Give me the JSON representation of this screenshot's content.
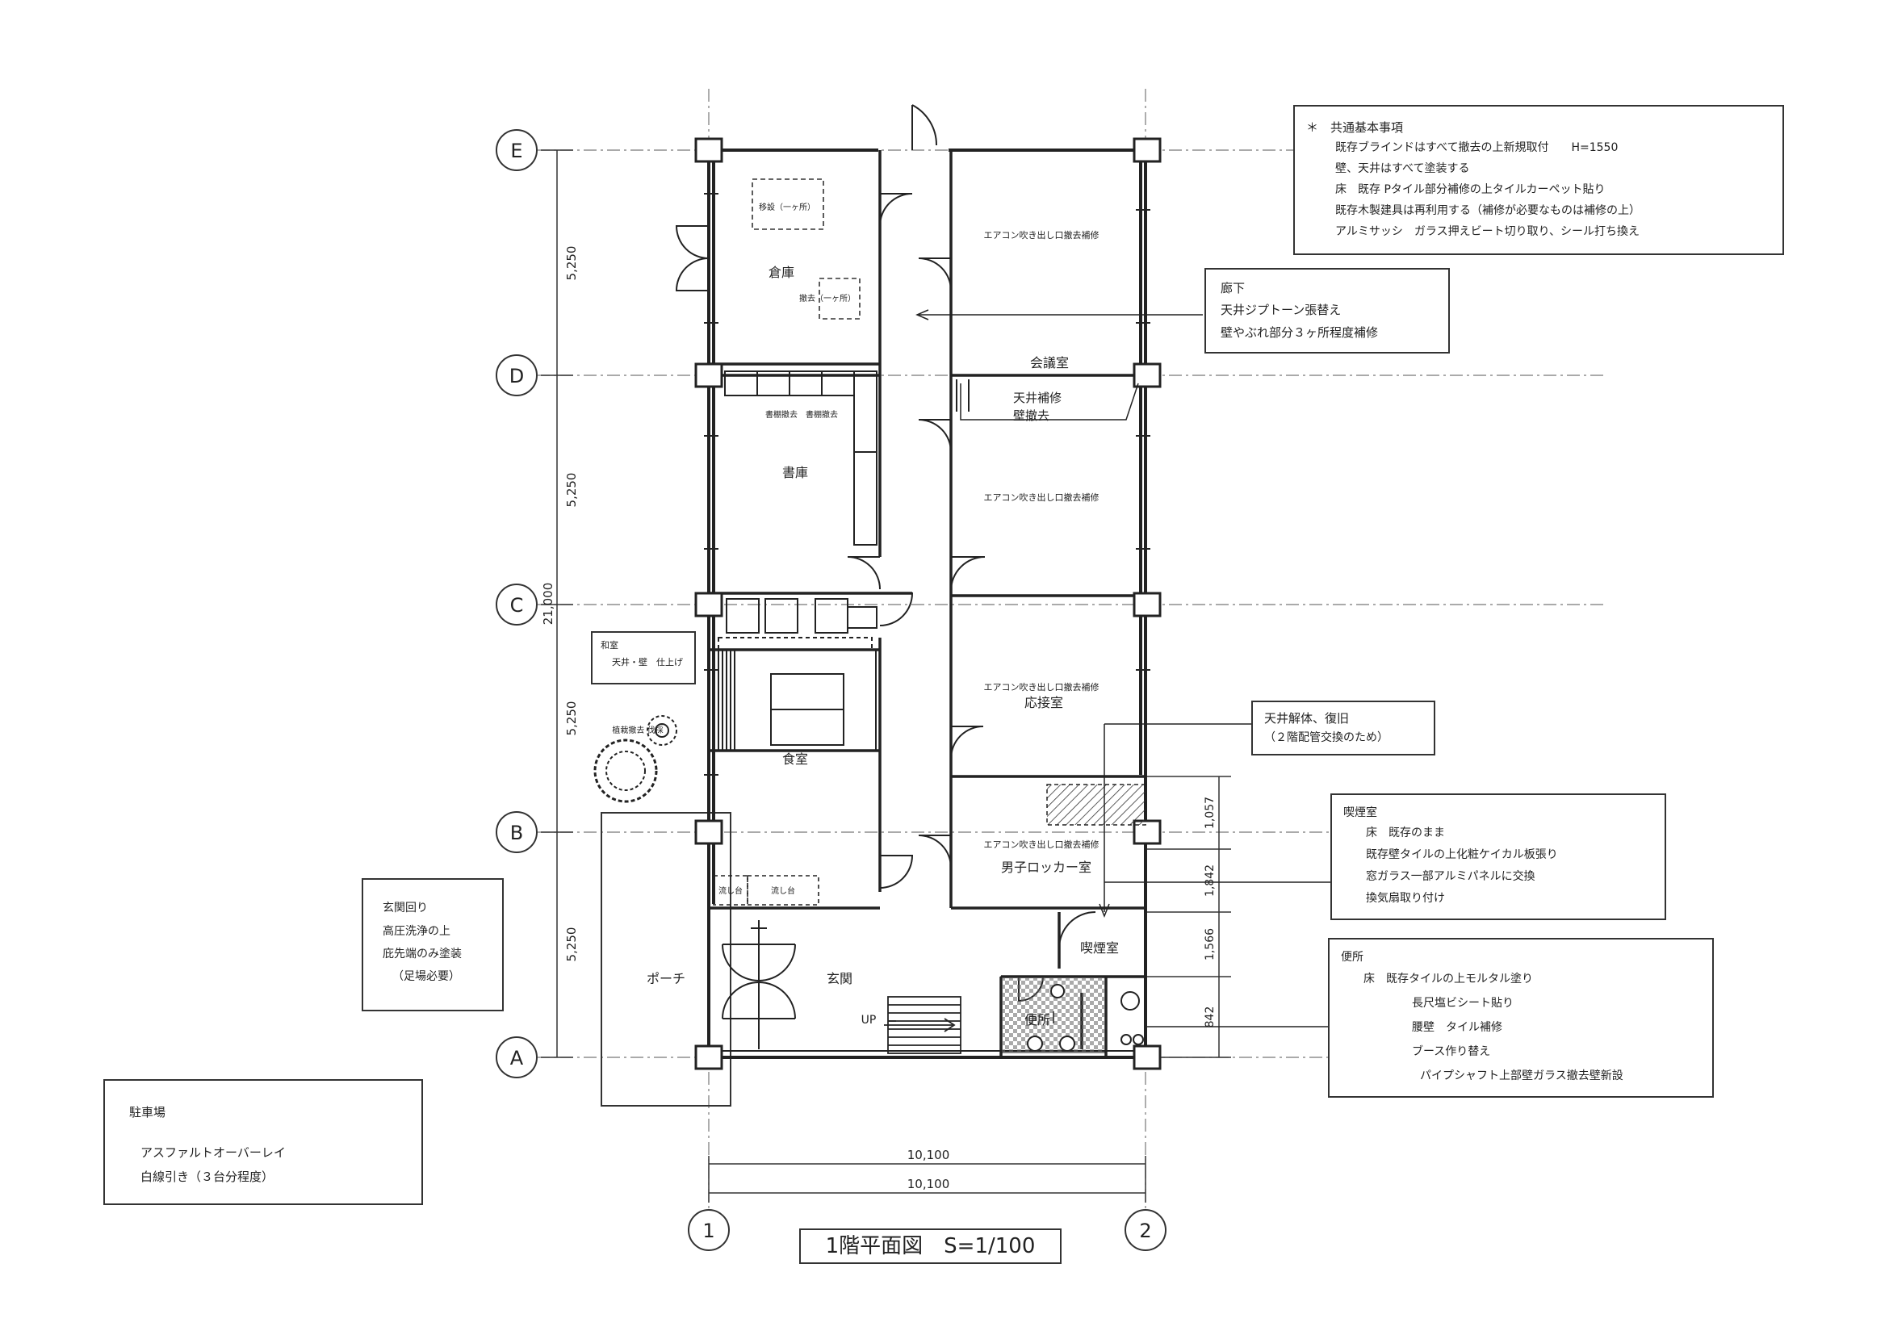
{
  "grid": {
    "rows": [
      "E",
      "D",
      "C",
      "B",
      "A"
    ],
    "cols": [
      "1",
      "2"
    ]
  },
  "dimensions": {
    "left_segments": [
      "5,250",
      "5,250",
      "5,250",
      "5,250"
    ],
    "left_total": "21,000",
    "bottom_1": "10,100",
    "bottom_2": "10,100",
    "right_segments": [
      "1,057",
      "1,842",
      "1,566",
      "842"
    ]
  },
  "rooms": {
    "storage": "倉庫",
    "archive": "書庫",
    "dining": "食室",
    "entrance": "玄関",
    "porch": "ポーチ",
    "meeting": "会議室",
    "reception": "応接室",
    "locker": "男子ロッカー室",
    "smoking": "喫煙室",
    "toilet": "便所",
    "up": "UP"
  },
  "notes_small": {
    "aircon_1": "エアコン吹き出し口撤去補修",
    "aircon_2": "エアコン吹き出し口撤去補修",
    "aircon_3": "エアコン吹き出し口撤去補修",
    "aircon_4": "エアコン吹き出し口撤去補修",
    "storage_a": "移設（一ヶ所）",
    "storage_b": "撤去（一ヶ所）",
    "shelf": "書棚撤去　書棚撤去",
    "plants": "植栽撤去\n伐採",
    "kitchen": "流し台",
    "sink": "流し台"
  },
  "callouts": {
    "common": {
      "heading": "＊　共通基本事項",
      "lines": [
        "既存ブラインドはすべて撤去の上新規取付　　H=1550",
        "壁、天井はすべて塗装する",
        "床　既存 Pタイル部分補修の上タイルカーペット貼り",
        "既存木製建具は再利用する（補修が必要なものは補修の上）",
        "アルミサッシ　ガラス押えビート切り取り、シール打ち換え"
      ]
    },
    "corridor": {
      "heading": "廊下",
      "lines": [
        "天井ジプトーン張替え",
        "壁やぶれ部分３ヶ所程度補修"
      ]
    },
    "meeting_ceiling": {
      "lines": [
        "天井補修",
        "壁撤去"
      ]
    },
    "washitsu": {
      "heading": "和室",
      "lines": [
        "天井・壁　仕上げ"
      ]
    },
    "ceiling_demo": {
      "lines": [
        "天井解体、復旧",
        "（２階配管交換のため）"
      ]
    },
    "smoking": {
      "heading": "喫煙室",
      "lines": [
        "床　既存のまま",
        "既存壁タイルの上化粧ケイカル板張り",
        "窓ガラス一部アルミパネルに交換",
        "換気扇取り付け"
      ]
    },
    "toilet": {
      "heading": "便所",
      "lines": [
        "床　既存タイルの上モルタル塗り",
        "長尺塩ビシート貼り",
        "腰壁　タイル補修",
        "ブース作り替え",
        "パイプシャフト上部壁ガラス撤去壁新設"
      ]
    },
    "entrance": {
      "heading": "玄関回り",
      "lines": [
        "高圧洗浄の上",
        "庇先端のみ塗装",
        "（足場必要）"
      ]
    },
    "parking": {
      "heading": "駐車場",
      "lines": [
        "アスファルトオーバーレイ",
        "白線引き（３台分程度）"
      ]
    }
  },
  "title": "1階平面図　S=1/100"
}
